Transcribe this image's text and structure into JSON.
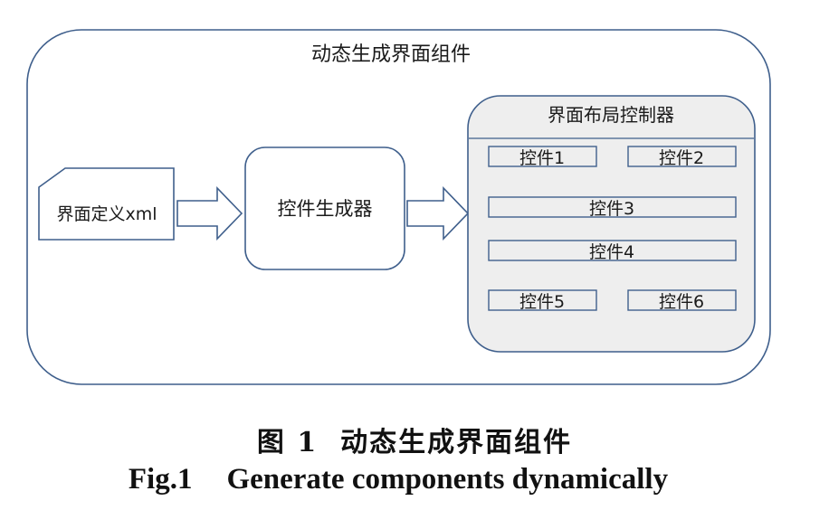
{
  "diagram": {
    "outer_title": "动态生成界面组件",
    "xml_file": "界面定义xml",
    "generator": "控件生成器",
    "layout_controller": "界面布局控制器",
    "controls": [
      "控件1",
      "控件2",
      "控件3",
      "控件4",
      "控件5",
      "控件6"
    ]
  },
  "caption": {
    "cn_num": "图 1",
    "cn_text": "动态生成界面组件",
    "en_num": "Fig.1",
    "en_text": "Generate components dynamically"
  },
  "colors": {
    "stroke": "#3f5f8c",
    "panel_fill": "#eeeeee",
    "text": "#1a1a1a"
  }
}
